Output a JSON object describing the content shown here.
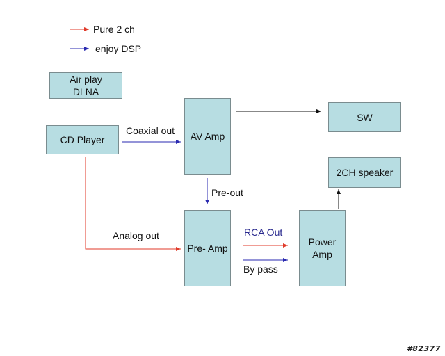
{
  "legend": {
    "pure_label": "Pure 2 ch",
    "dsp_label": "enjoy DSP"
  },
  "nodes": {
    "airplay": "Air play\nDLNA",
    "cd_player": "CD Player",
    "av_amp": "AV Amp",
    "sw": "SW",
    "speaker": "2CH speaker",
    "pre_amp": "Pre- Amp",
    "power_amp": "Power\nAmp"
  },
  "edge_labels": {
    "coaxial_out": "Coaxial out",
    "pre_out": "Pre-out",
    "analog_out": "Analog out",
    "rca_out": "RCA Out",
    "by_pass": "By pass"
  },
  "watermark": "#82377",
  "colors": {
    "pure": "#e03a2a",
    "dsp": "#2a2ab0",
    "plain": "#111111",
    "box_fill": "#b7dde2",
    "rca_text": "#2b2b8f"
  }
}
